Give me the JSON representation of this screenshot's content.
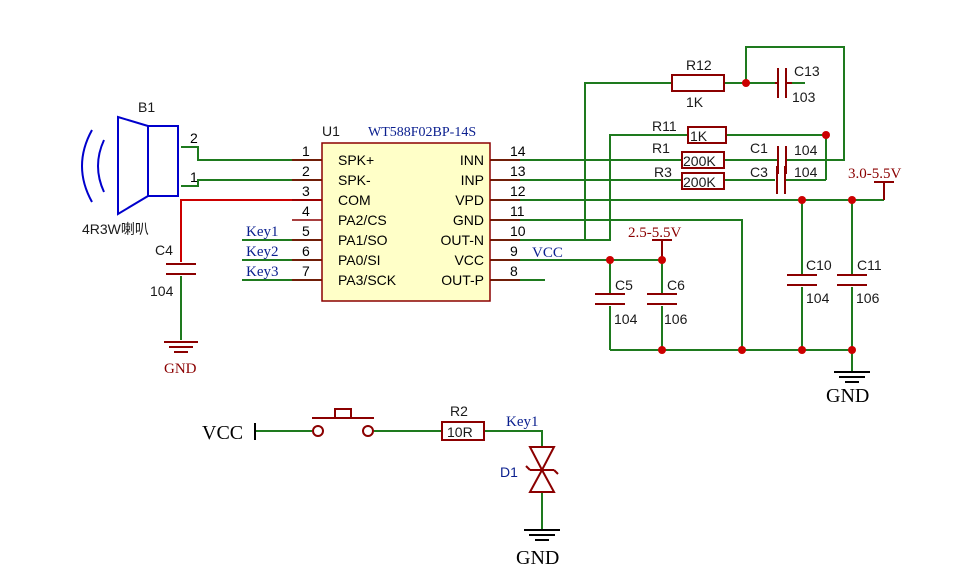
{
  "colors": {
    "wire": "#1e7a1e",
    "part": "#8b0000",
    "chip_fill": "#ffffc8",
    "chip_border": "#8b0000",
    "netlabel": "#0a1f8f",
    "junction": "#cc0000"
  },
  "speaker": {
    "ref": "B1",
    "value": "4R3W喇叭",
    "pin1": "1",
    "pin2": "2"
  },
  "ic": {
    "ref": "U1",
    "part": "WT588F02BP-14S",
    "left_pins": [
      {
        "num": "1",
        "name": "SPK+"
      },
      {
        "num": "2",
        "name": "SPK-"
      },
      {
        "num": "3",
        "name": "COM"
      },
      {
        "num": "4",
        "name": "PA2/CS"
      },
      {
        "num": "5",
        "name": "PA1/SO"
      },
      {
        "num": "6",
        "name": "PA0/SI"
      },
      {
        "num": "7",
        "name": "PA3/SCK"
      }
    ],
    "right_pins": [
      {
        "num": "14",
        "name": "INN"
      },
      {
        "num": "13",
        "name": "INP"
      },
      {
        "num": "12",
        "name": "VPD"
      },
      {
        "num": "11",
        "name": "GND"
      },
      {
        "num": "10",
        "name": "OUT-N"
      },
      {
        "num": "9",
        "name": "VCC"
      },
      {
        "num": "8",
        "name": "OUT-P"
      }
    ]
  },
  "net_labels": {
    "key1": "Key1",
    "key2": "Key2",
    "key3": "Key3",
    "vcc_pin": "VCC",
    "key1_switch": "Key1"
  },
  "components": {
    "r12": {
      "ref": "R12",
      "value": "1K"
    },
    "c13": {
      "ref": "C13",
      "value": "103"
    },
    "r11": {
      "ref": "R11",
      "value": "1K"
    },
    "r1": {
      "ref": "R1",
      "value": "200K"
    },
    "r3": {
      "ref": "R3",
      "value": "200K"
    },
    "c1": {
      "ref": "C1",
      "value": "104"
    },
    "c3": {
      "ref": "C3",
      "value": "104"
    },
    "c4": {
      "ref": "C4",
      "value": "104"
    },
    "c5": {
      "ref": "C5",
      "value": "104"
    },
    "c6": {
      "ref": "C6",
      "value": "106"
    },
    "c10": {
      "ref": "C10",
      "value": "104"
    },
    "c11": {
      "ref": "C11",
      "value": "106"
    },
    "r2": {
      "ref": "R2",
      "value": "10R"
    },
    "d1": {
      "ref": "D1"
    }
  },
  "power": {
    "v_range1": "2.5-5.5V",
    "v_range2": "3.0-5.5V",
    "vcc_switch": "VCC",
    "gnd_c4": "GND",
    "gnd_right": "GND",
    "gnd_d1": "GND"
  }
}
